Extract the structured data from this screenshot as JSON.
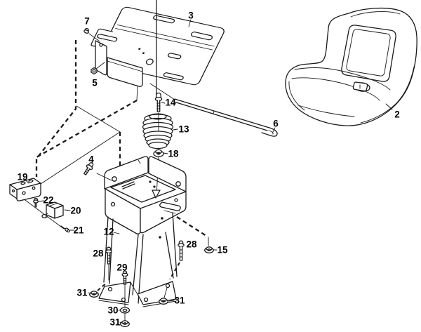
{
  "canvas": {
    "background": "#ffffff",
    "ink": "#1a1a1a"
  },
  "callouts": [
    {
      "label": "7"
    },
    {
      "label": "3"
    },
    {
      "label": "5"
    },
    {
      "label": "2"
    },
    {
      "label": "6"
    },
    {
      "label": "14"
    },
    {
      "label": "13"
    },
    {
      "label": "18"
    },
    {
      "label": "4"
    },
    {
      "label": "19"
    },
    {
      "label": "22"
    },
    {
      "label": "20"
    },
    {
      "label": "21"
    },
    {
      "label": "12"
    },
    {
      "label": "28"
    },
    {
      "label": "28"
    },
    {
      "label": "29"
    },
    {
      "label": "15"
    },
    {
      "label": "31"
    },
    {
      "label": "31"
    },
    {
      "label": "30"
    },
    {
      "label": "31"
    }
  ]
}
